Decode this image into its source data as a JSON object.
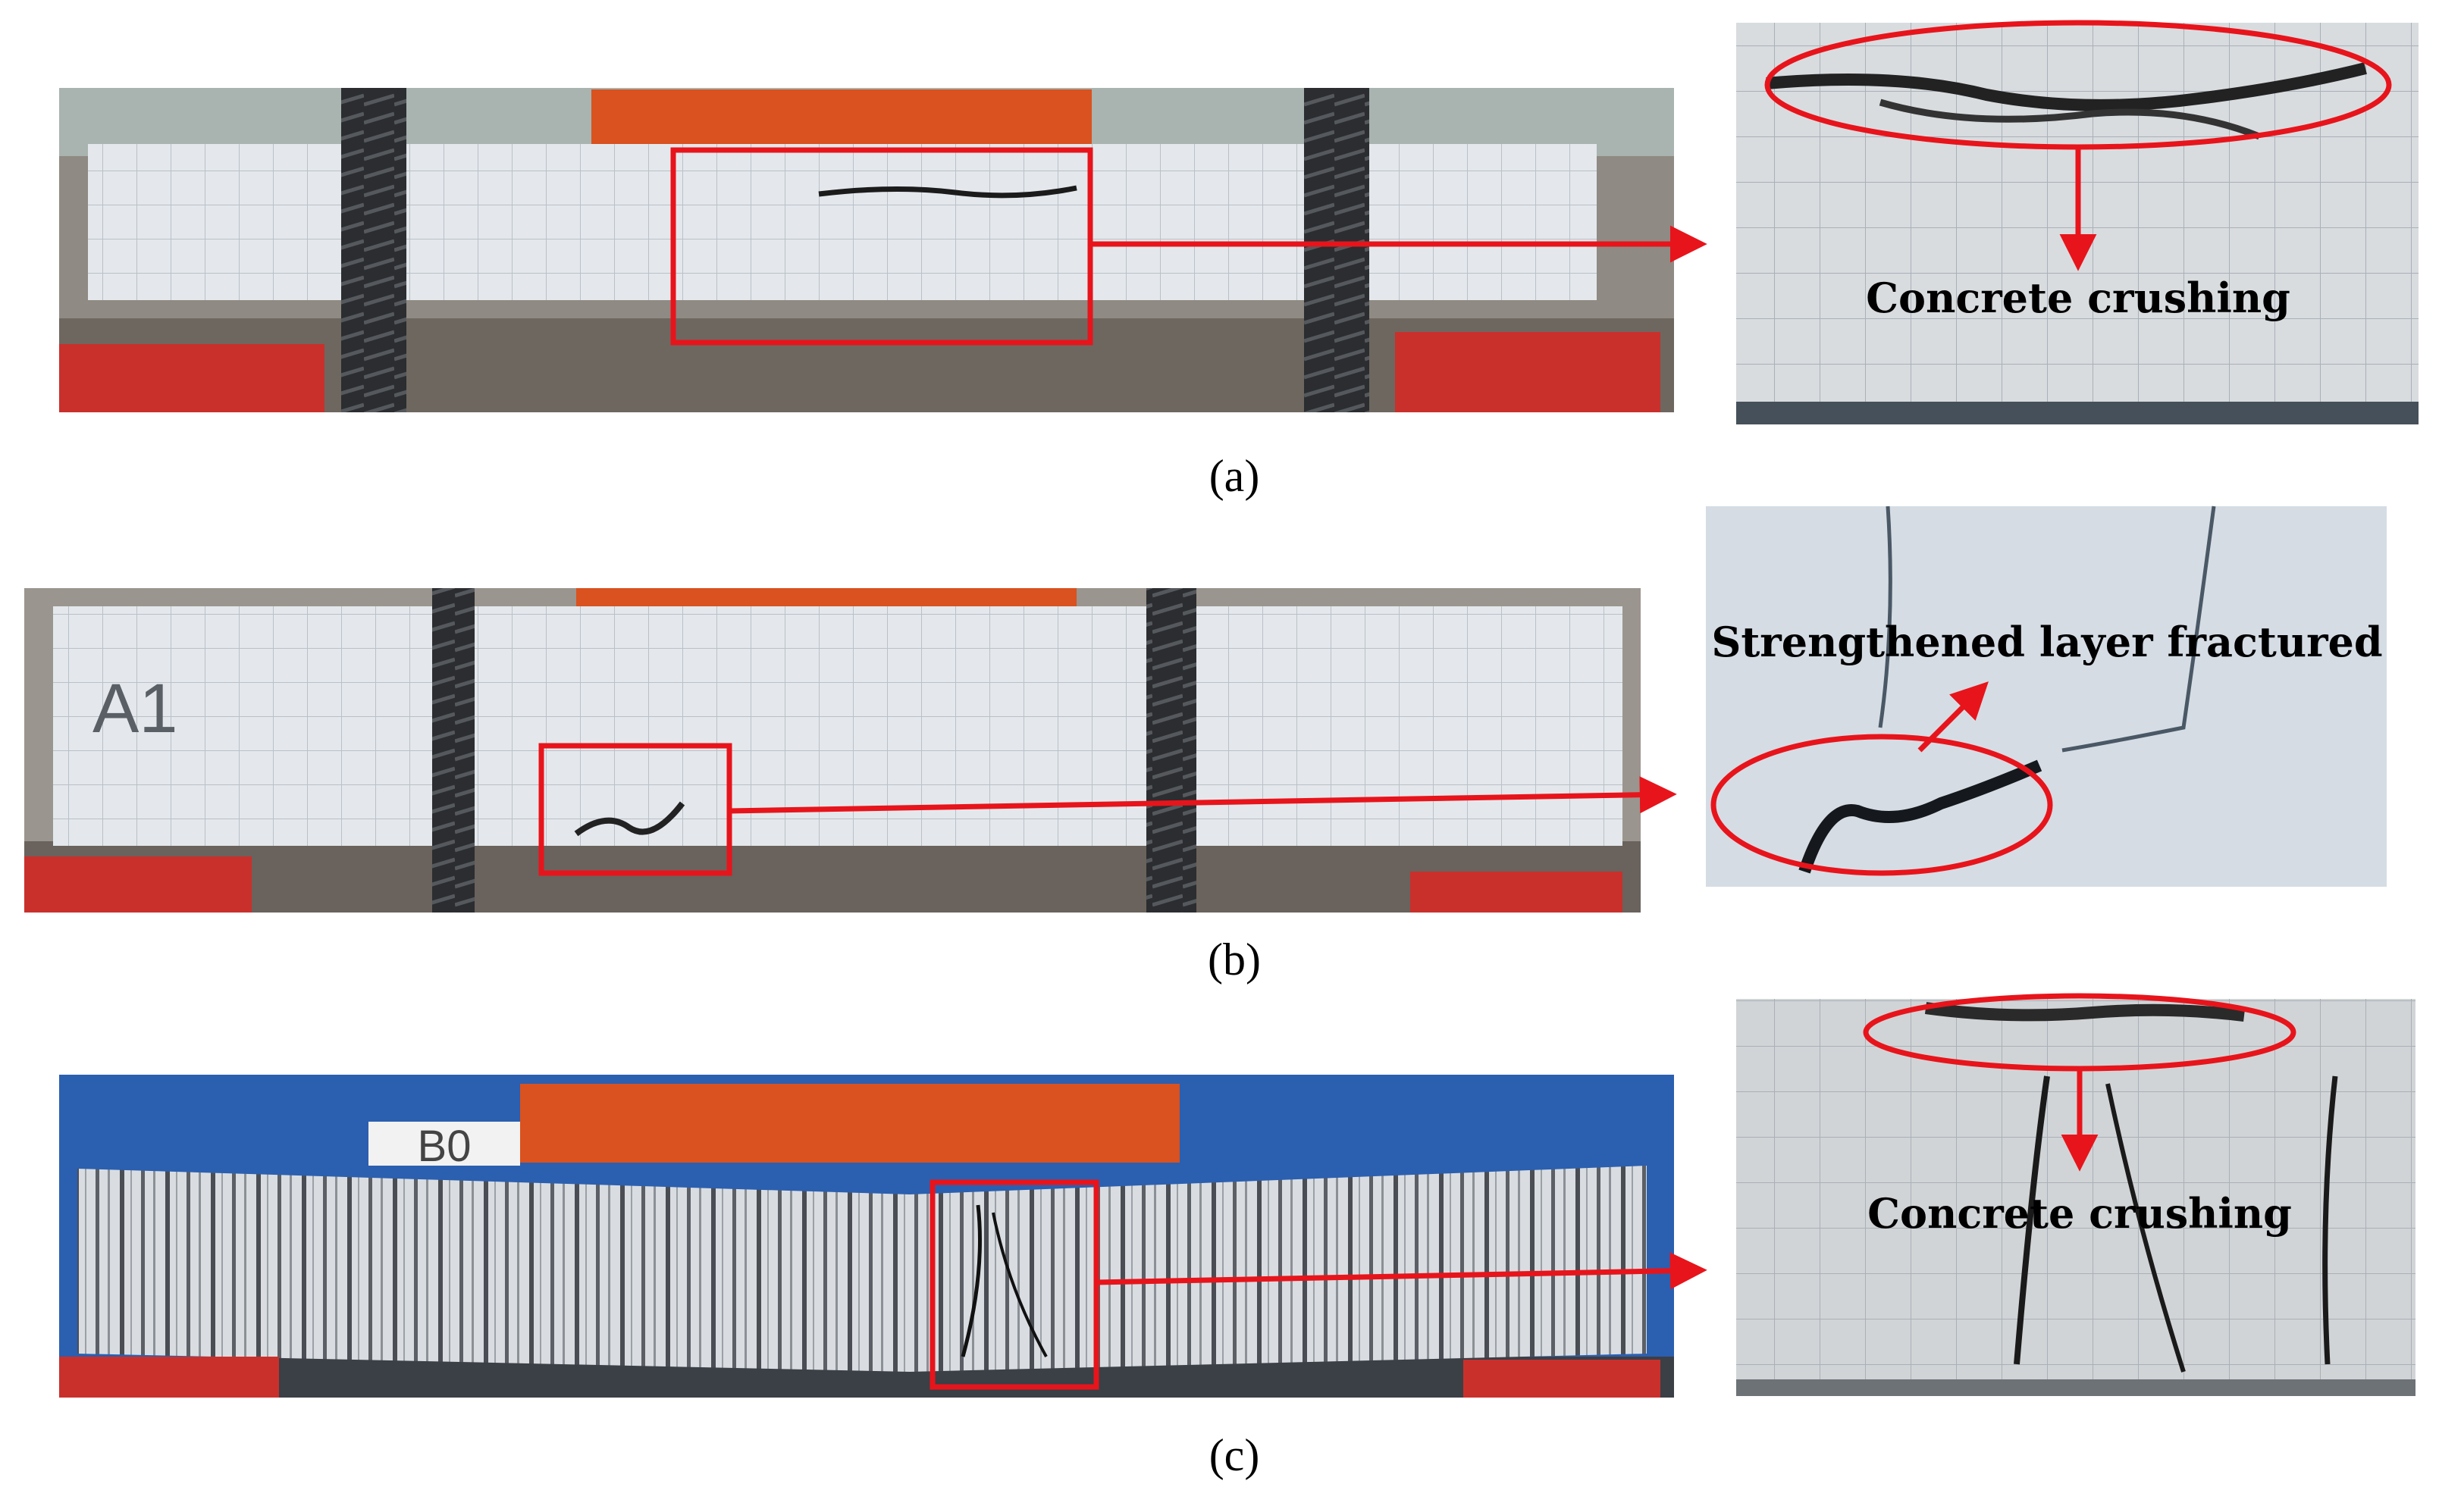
{
  "panels": [
    {
      "id": "a",
      "caption": "(a)",
      "callout": "Concrete crushing",
      "beam_label": ""
    },
    {
      "id": "b",
      "caption": "(b)",
      "callout": "Strengthened layer fractured",
      "beam_label": "A1"
    },
    {
      "id": "c",
      "caption": "(c)",
      "callout": "Concrete crushing",
      "beam_label": "B0"
    }
  ],
  "colors": {
    "annotation_red": "#e8141b",
    "steel_orange": "#d9521f",
    "support_red": "#c9302c",
    "concrete": "#e4e8ec",
    "backdrop_c": "#2b5fb0"
  }
}
